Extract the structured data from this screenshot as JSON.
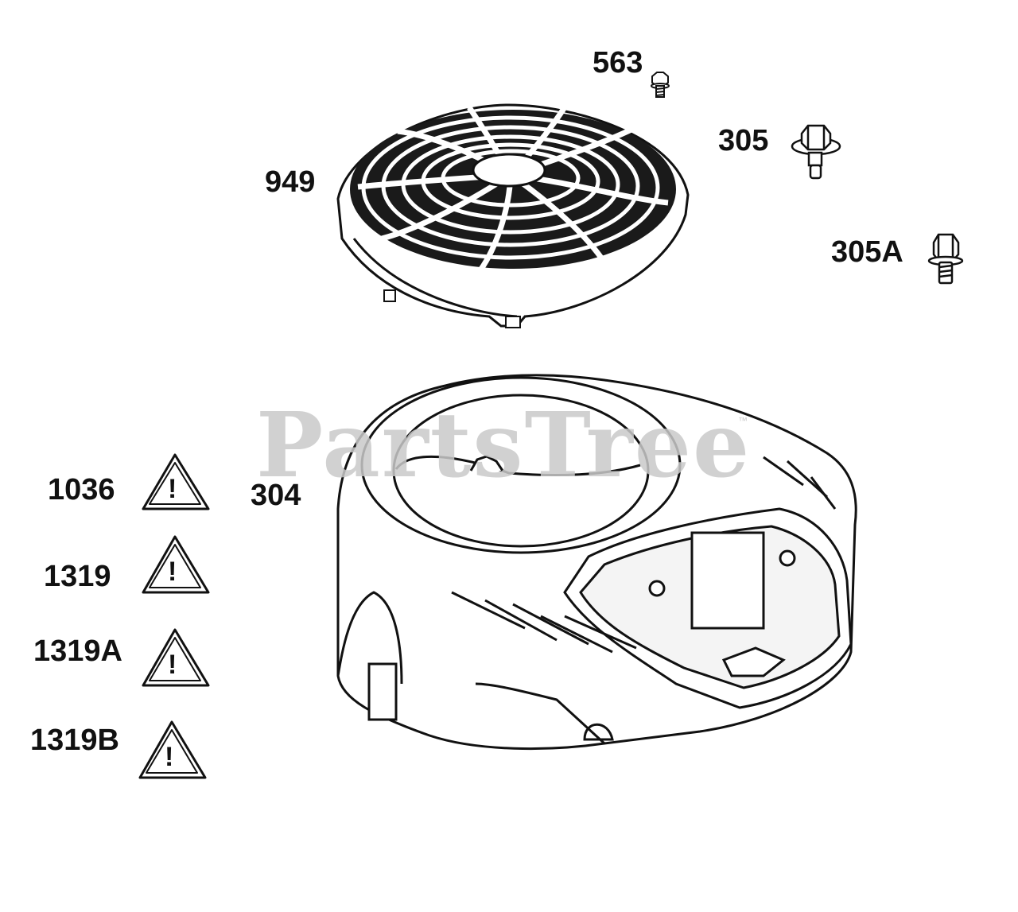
{
  "watermark": {
    "text": "PartsTree",
    "tm": "™"
  },
  "parts": [
    {
      "id": "563",
      "label": "563",
      "kind": "small-bolt"
    },
    {
      "id": "305",
      "label": "305",
      "kind": "shoulder-bolt-with-washer"
    },
    {
      "id": "949",
      "label": "949",
      "kind": "fan-screen-guard"
    },
    {
      "id": "305A",
      "label": "305A",
      "kind": "hex-flange-bolt"
    },
    {
      "id": "304",
      "label": "304",
      "kind": "blower-housing"
    },
    {
      "id": "1036",
      "label": "1036",
      "kind": "warning-label"
    },
    {
      "id": "1319",
      "label": "1319",
      "kind": "warning-label"
    },
    {
      "id": "1319A",
      "label": "1319A",
      "kind": "warning-label"
    },
    {
      "id": "1319B",
      "label": "1319B",
      "kind": "warning-label"
    }
  ],
  "warning_icon": {
    "name": "warning-triangle-icon",
    "glyph": "!"
  },
  "colors": {
    "line": "#111111",
    "fill": "#ffffff",
    "watermark": "#c9c9c9"
  }
}
